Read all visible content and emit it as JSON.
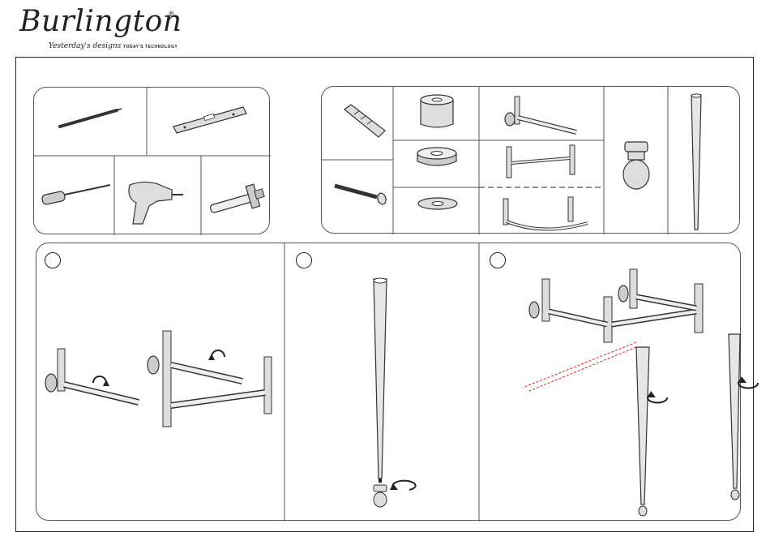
{
  "logo": {
    "name": "Burlington",
    "registered": "®",
    "tagline": "Yesterday's designs",
    "tagline_caps": "TODAY'S TECHNOLOGY"
  },
  "tools": [
    "pencil-icon",
    "spirit-level-icon",
    "screwdriver-icon",
    "drill-icon",
    "hammer-icon"
  ],
  "parts": [
    "wall-plug-icon",
    "screw-icon",
    "spacer-icon",
    "rubber-washer-icon",
    "flat-washer-icon",
    "wall-bracket-rail-icon",
    "front-rail-icon",
    "curved-rail-icon",
    "leg-foot-icon",
    "leg-icon"
  ],
  "steps": [
    "step-1-assemble-rails",
    "step-2-attach-foot",
    "step-3-attach-legs"
  ]
}
